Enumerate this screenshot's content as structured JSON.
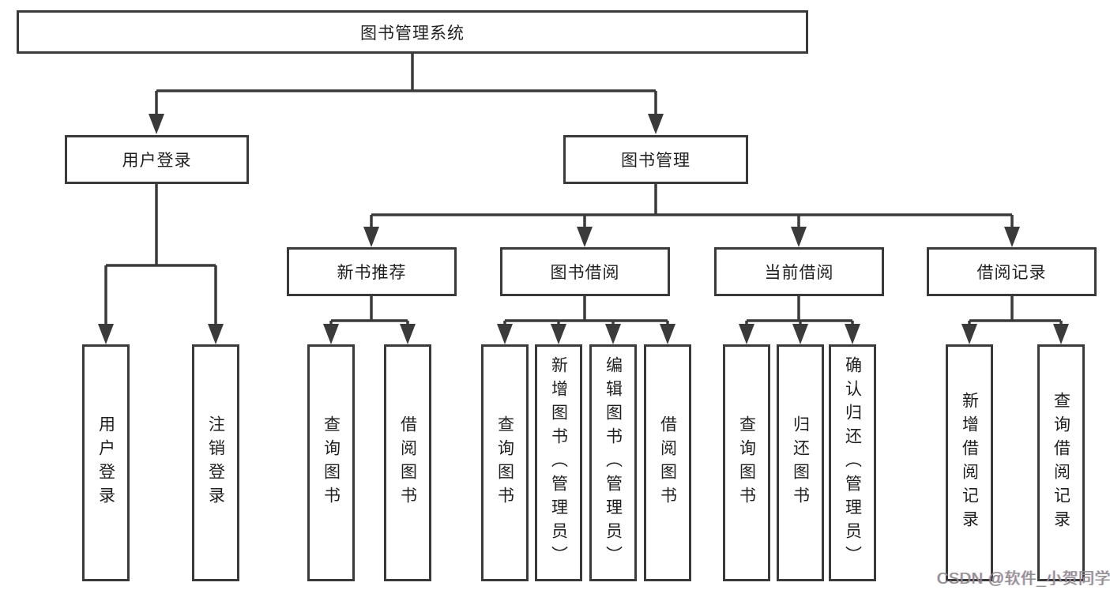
{
  "colors": {
    "line": "#3a3a3a",
    "box_border": "#3a3a3a",
    "box_fill": "#ffffff",
    "text": "#1f1f1f",
    "watermark": "#8d8d8d",
    "background": "#ffffff"
  },
  "nodes": {
    "root": {
      "label": "图书管理系统"
    },
    "level2": [
      {
        "label": "用户登录"
      },
      {
        "label": "图书管理"
      }
    ],
    "level3": [
      {
        "label": "新书推荐"
      },
      {
        "label": "图书借阅"
      },
      {
        "label": "当前借阅"
      },
      {
        "label": "借阅记录"
      }
    ],
    "leaves": [
      {
        "label": "用户登录"
      },
      {
        "label": "注销登录"
      },
      {
        "label": "查询图书"
      },
      {
        "label": "借阅图书"
      },
      {
        "label": "查询图书"
      },
      {
        "label": "新增图书（管理员）"
      },
      {
        "label": "编辑图书（管理员）"
      },
      {
        "label": "借阅图书"
      },
      {
        "label": "查询图书"
      },
      {
        "label": "归还图书"
      },
      {
        "label": "确认归还（管理员）"
      },
      {
        "label": "新增借阅记录"
      },
      {
        "label": "查询借阅记录"
      }
    ]
  },
  "watermark": {
    "text": "CSDN @软件_小贺同学"
  }
}
